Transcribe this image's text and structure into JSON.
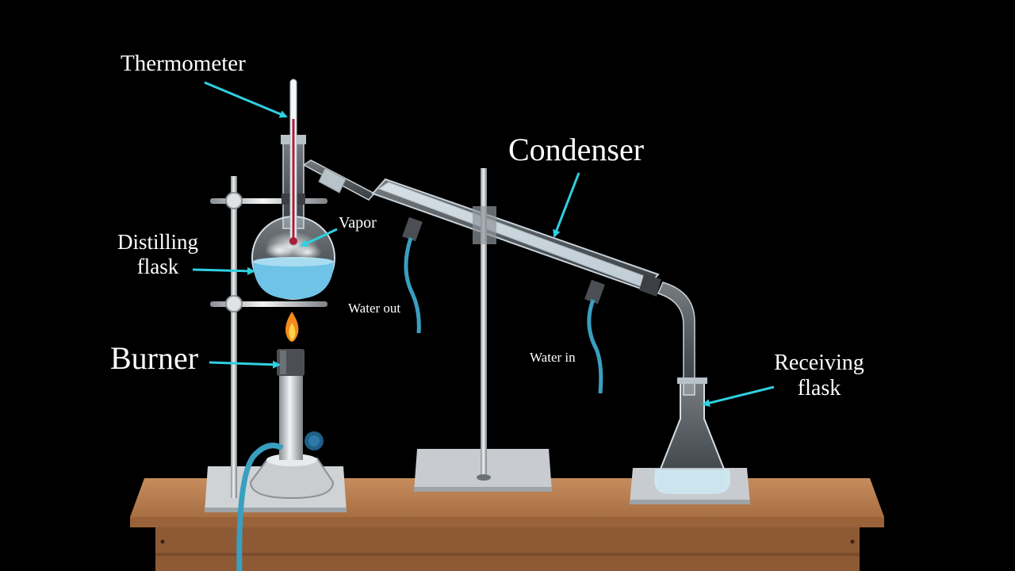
{
  "labels": {
    "thermometer": "Thermometer",
    "condenser": "Condenser",
    "distilling_flask": [
      "Distilling",
      "flask"
    ],
    "vapor": "Vapor",
    "water_out": "Water out",
    "water_in": "Water in",
    "burner": "Burner",
    "receiving_flask": [
      "Receiving",
      "flask"
    ]
  },
  "colors": {
    "background": "#000000",
    "arrow": "#2fd0e0",
    "liquid": "#6ec3e6",
    "table": "#b57c4f",
    "flame": "#f28a1c",
    "tubing": "#3a9fbf"
  }
}
